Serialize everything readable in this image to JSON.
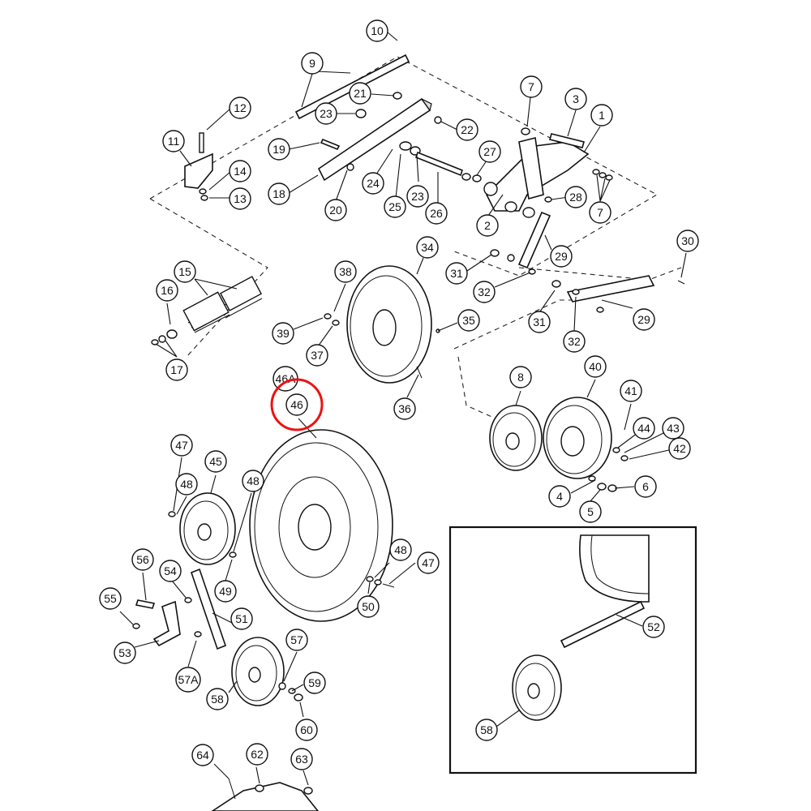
{
  "callouts": [
    {
      "label": "10"
    },
    {
      "label": "9"
    },
    {
      "label": "12"
    },
    {
      "label": "21"
    },
    {
      "label": "23"
    },
    {
      "label": "22"
    },
    {
      "label": "11"
    },
    {
      "label": "19"
    },
    {
      "label": "14"
    },
    {
      "label": "13"
    },
    {
      "label": "18"
    },
    {
      "label": "20"
    },
    {
      "label": "24"
    },
    {
      "label": "25"
    },
    {
      "label": "23"
    },
    {
      "label": "26"
    },
    {
      "label": "27"
    },
    {
      "label": "7"
    },
    {
      "label": "3"
    },
    {
      "label": "1"
    },
    {
      "label": "28"
    },
    {
      "label": "7"
    },
    {
      "label": "2"
    },
    {
      "label": "30"
    },
    {
      "label": "29"
    },
    {
      "label": "31"
    },
    {
      "label": "32"
    },
    {
      "label": "34"
    },
    {
      "label": "38"
    },
    {
      "label": "15"
    },
    {
      "label": "16"
    },
    {
      "label": "39"
    },
    {
      "label": "37"
    },
    {
      "label": "35"
    },
    {
      "label": "17"
    },
    {
      "label": "31"
    },
    {
      "label": "32"
    },
    {
      "label": "29"
    },
    {
      "label": "36"
    },
    {
      "label": "46A"
    },
    {
      "label": "46"
    },
    {
      "label": "8"
    },
    {
      "label": "40"
    },
    {
      "label": "41"
    },
    {
      "label": "44"
    },
    {
      "label": "43"
    },
    {
      "label": "42"
    },
    {
      "label": "47"
    },
    {
      "label": "45"
    },
    {
      "label": "48"
    },
    {
      "label": "48"
    },
    {
      "label": "4"
    },
    {
      "label": "6"
    },
    {
      "label": "5"
    },
    {
      "label": "56"
    },
    {
      "label": "54"
    },
    {
      "label": "48"
    },
    {
      "label": "47"
    },
    {
      "label": "55"
    },
    {
      "label": "49"
    },
    {
      "label": "50"
    },
    {
      "label": "51"
    },
    {
      "label": "53"
    },
    {
      "label": "57"
    },
    {
      "label": "57A"
    },
    {
      "label": "59"
    },
    {
      "label": "58"
    },
    {
      "label": "60"
    },
    {
      "label": "52"
    },
    {
      "label": "58"
    },
    {
      "label": "64"
    },
    {
      "label": "62"
    },
    {
      "label": "63"
    }
  ],
  "highlight": {
    "label": "46",
    "color": "#e11111"
  }
}
